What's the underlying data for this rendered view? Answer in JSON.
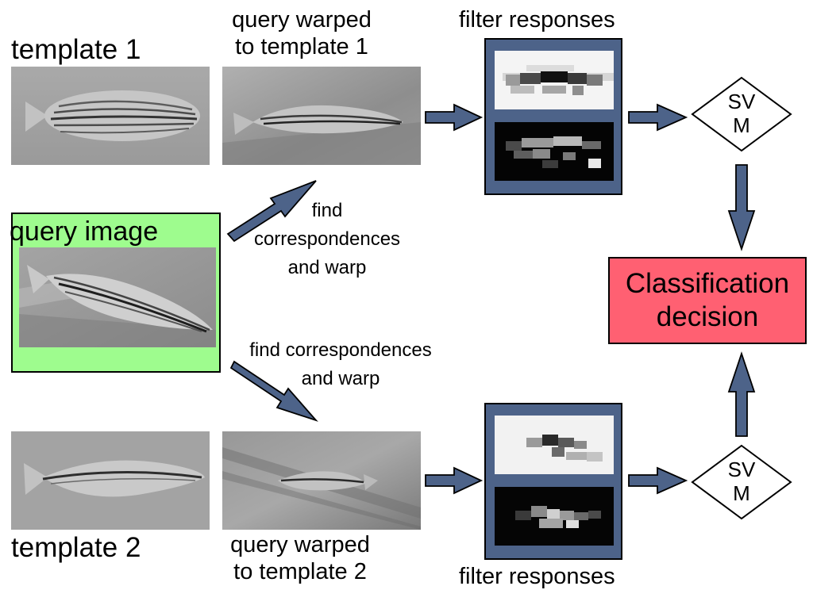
{
  "labels": {
    "template_1": "template 1",
    "template_2": "template 2",
    "query_warped_1": [
      "query warped",
      "to template 1"
    ],
    "query_warped_2": [
      "query warped",
      "to template 2"
    ],
    "filter_responses_top": "filter responses",
    "filter_responses_bottom": "filter responses",
    "query_image": "query image",
    "find_corr_top": [
      "find",
      "correspondences",
      "and warp"
    ],
    "find_corr_bottom": [
      "find correspondences",
      "and warp"
    ],
    "svm_top": [
      "SV",
      "M"
    ],
    "svm_bottom": [
      "SV",
      "M"
    ],
    "decision": [
      "Classification",
      "decision"
    ]
  },
  "colors": {
    "arrow_fill": "#4d6389",
    "filter_panel": "#4d6389",
    "query_box": "#9efc8e",
    "decision_box": "#ff6072"
  }
}
